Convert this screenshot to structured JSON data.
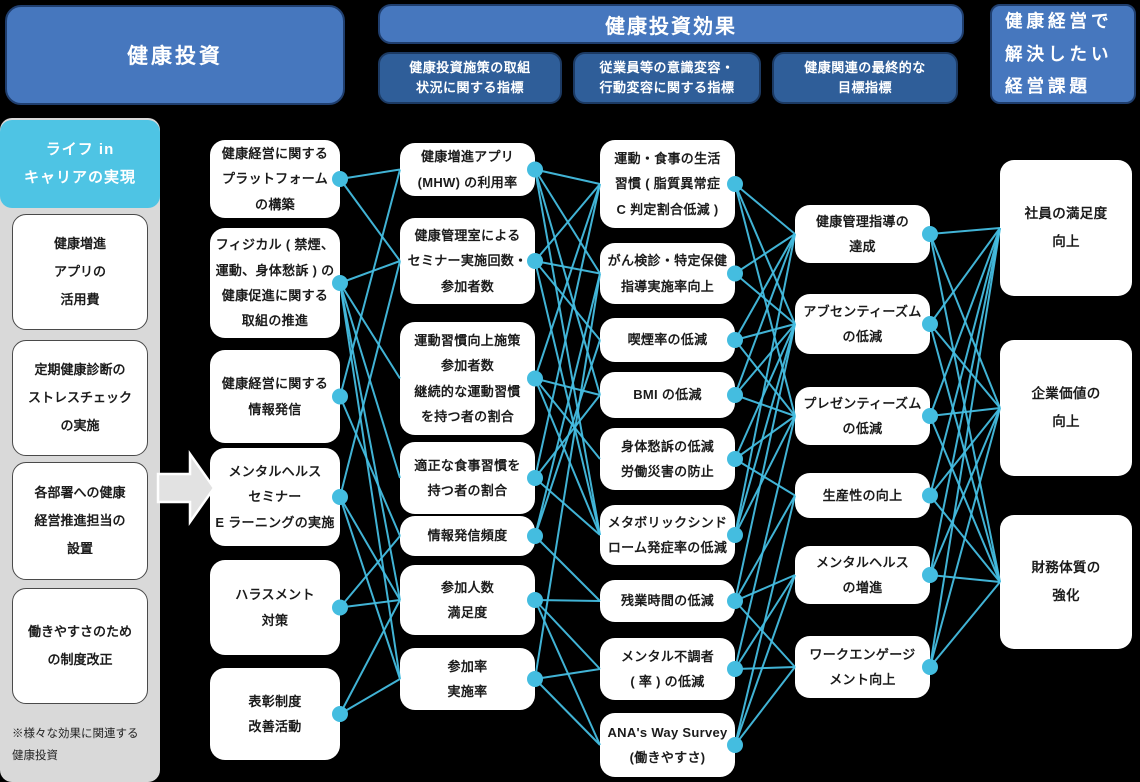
{
  "headers": {
    "investment": "健康投資",
    "effect": "健康投資効果",
    "effect_sub": [
      "健康投資施策の取組\n状況に関する指標",
      "従業員等の意識変容・\n行動変容に関する指標",
      "健康関連の最終的な\n目標指標"
    ],
    "issues": "健康経営で\n解決したい\n経営課題"
  },
  "life_career": {
    "title": "ライフ in\nキャリアの実現",
    "items": [
      {
        "label": "健康増進\nアプリの\n活用費"
      },
      {
        "label": "定期健康診断の\nストレスチェック\nの実施"
      },
      {
        "label": "各部署への健康\n経営推進担当の\n設置"
      },
      {
        "label": "働きやすさのため\nの制度改正"
      }
    ],
    "footnote": "※様々な効果に関連する\n健康投資"
  },
  "columns": {
    "investments": [
      {
        "id": "b1",
        "label": "健康経営に関する\nプラットフォーム\nの構築"
      },
      {
        "id": "b2",
        "label": "フィジカル ( 禁煙、\n運動、身体愁訴 ) の\n健康促進に関する\n取組の推進"
      },
      {
        "id": "b3",
        "label": "健康経営に関する\n情報発信"
      },
      {
        "id": "b4",
        "label": "メンタルヘルス\nセミナー\nE ラーニングの実施"
      },
      {
        "id": "b5",
        "label": "ハラスメント\n対策"
      },
      {
        "id": "b6",
        "label": "表彰制度\n改善活動"
      }
    ],
    "initiative_indicators": [
      {
        "id": "c1",
        "label": "健康増進アプリ\n(MHW) の利用率"
      },
      {
        "id": "c2",
        "label": "健康管理室による\nセミナー実施回数・\n参加者数"
      },
      {
        "id": "c3",
        "label": "運動習慣向上施策\n参加者数\n継続的な運動習慣\nを持つ者の割合"
      },
      {
        "id": "c4",
        "label": "適正な食事習慣を\n持つ者の割合"
      },
      {
        "id": "c5",
        "label": "情報発信頻度"
      },
      {
        "id": "c6",
        "label": "参加人数\n満足度"
      },
      {
        "id": "c7",
        "label": "参加率\n実施率"
      }
    ],
    "behavior_indicators": [
      {
        "id": "d1",
        "label": "運動・食事の生活\n習慣 ( 脂質異常症\nC 判定割合低減 )"
      },
      {
        "id": "d2",
        "label": "がん検診・特定保健\n指導実施率向上"
      },
      {
        "id": "d3",
        "label": "喫煙率の低減"
      },
      {
        "id": "d4",
        "label": "BMI の低減"
      },
      {
        "id": "d5",
        "label": "身体愁訴の低減\n労働災害の防止"
      },
      {
        "id": "d6",
        "label": "メタボリックシンド\nローム発症率の低減"
      },
      {
        "id": "d7",
        "label": "残業時間の低減"
      },
      {
        "id": "d8",
        "label": "メンタル不調者\n( 率 ) の低減"
      },
      {
        "id": "d9",
        "label": "ANA's Way Survey\n(働きやすさ)"
      }
    ],
    "goal_indicators": [
      {
        "id": "e1",
        "label": "健康管理指導の\n達成"
      },
      {
        "id": "e2",
        "label": "アブセンティーズム\nの低減"
      },
      {
        "id": "e3",
        "label": "プレゼンティーズム\nの低減"
      },
      {
        "id": "e4",
        "label": "生産性の向上"
      },
      {
        "id": "e5",
        "label": "メンタルヘルス\nの増進"
      },
      {
        "id": "e6",
        "label": "ワークエンゲージ\nメント向上"
      }
    ],
    "management_issues": [
      {
        "id": "f1",
        "label": "社員の満足度\n向上"
      },
      {
        "id": "f2",
        "label": "企業価値の\n向上"
      },
      {
        "id": "f3",
        "label": "財務体質の\n強化"
      }
    ]
  },
  "edges": [
    [
      "b1",
      "c1"
    ],
    [
      "b1",
      "c2"
    ],
    [
      "b2",
      "c2"
    ],
    [
      "b2",
      "c3"
    ],
    [
      "b2",
      "c4"
    ],
    [
      "b2",
      "c6"
    ],
    [
      "b2",
      "c7"
    ],
    [
      "b3",
      "c1"
    ],
    [
      "b3",
      "c5"
    ],
    [
      "b4",
      "c2"
    ],
    [
      "b4",
      "c6"
    ],
    [
      "b4",
      "c7"
    ],
    [
      "b5",
      "c5"
    ],
    [
      "b5",
      "c6"
    ],
    [
      "b6",
      "c6"
    ],
    [
      "b6",
      "c7"
    ],
    [
      "c1",
      "d1"
    ],
    [
      "c1",
      "d2"
    ],
    [
      "c1",
      "d4"
    ],
    [
      "c1",
      "d6"
    ],
    [
      "c2",
      "d1"
    ],
    [
      "c2",
      "d2"
    ],
    [
      "c2",
      "d3"
    ],
    [
      "c2",
      "d6"
    ],
    [
      "c3",
      "d1"
    ],
    [
      "c3",
      "d4"
    ],
    [
      "c3",
      "d5"
    ],
    [
      "c3",
      "d6"
    ],
    [
      "c4",
      "d1"
    ],
    [
      "c4",
      "d4"
    ],
    [
      "c4",
      "d6"
    ],
    [
      "c5",
      "d2"
    ],
    [
      "c5",
      "d3"
    ],
    [
      "c5",
      "d7"
    ],
    [
      "c6",
      "d7"
    ],
    [
      "c6",
      "d8"
    ],
    [
      "c6",
      "d9"
    ],
    [
      "c7",
      "d2"
    ],
    [
      "c7",
      "d8"
    ],
    [
      "c7",
      "d9"
    ],
    [
      "d1",
      "e1"
    ],
    [
      "d1",
      "e2"
    ],
    [
      "d1",
      "e3"
    ],
    [
      "d2",
      "e1"
    ],
    [
      "d2",
      "e2"
    ],
    [
      "d3",
      "e1"
    ],
    [
      "d3",
      "e2"
    ],
    [
      "d3",
      "e3"
    ],
    [
      "d4",
      "e1"
    ],
    [
      "d4",
      "e2"
    ],
    [
      "d4",
      "e3"
    ],
    [
      "d5",
      "e2"
    ],
    [
      "d5",
      "e3"
    ],
    [
      "d5",
      "e4"
    ],
    [
      "d6",
      "e1"
    ],
    [
      "d6",
      "e2"
    ],
    [
      "d6",
      "e3"
    ],
    [
      "d7",
      "e2"
    ],
    [
      "d7",
      "e4"
    ],
    [
      "d7",
      "e5"
    ],
    [
      "d7",
      "e6"
    ],
    [
      "d8",
      "e3"
    ],
    [
      "d8",
      "e5"
    ],
    [
      "d8",
      "e6"
    ],
    [
      "d9",
      "e4"
    ],
    [
      "d9",
      "e5"
    ],
    [
      "d9",
      "e6"
    ],
    [
      "e1",
      "f1"
    ],
    [
      "e1",
      "f2"
    ],
    [
      "e1",
      "f3"
    ],
    [
      "e2",
      "f1"
    ],
    [
      "e2",
      "f2"
    ],
    [
      "e2",
      "f3"
    ],
    [
      "e3",
      "f1"
    ],
    [
      "e3",
      "f2"
    ],
    [
      "e3",
      "f3"
    ],
    [
      "e4",
      "f1"
    ],
    [
      "e4",
      "f2"
    ],
    [
      "e4",
      "f3"
    ],
    [
      "e5",
      "f1"
    ],
    [
      "e5",
      "f2"
    ],
    [
      "e5",
      "f3"
    ],
    [
      "e6",
      "f1"
    ],
    [
      "e6",
      "f2"
    ],
    [
      "e6",
      "f3"
    ]
  ],
  "colors": {
    "header_blue": "#4677be",
    "deep_blue": "#2f5e99",
    "cyan_accent": "#4ec4e4",
    "line_cyan": "#44bde0",
    "panel_gray": "#d9d9d9"
  }
}
